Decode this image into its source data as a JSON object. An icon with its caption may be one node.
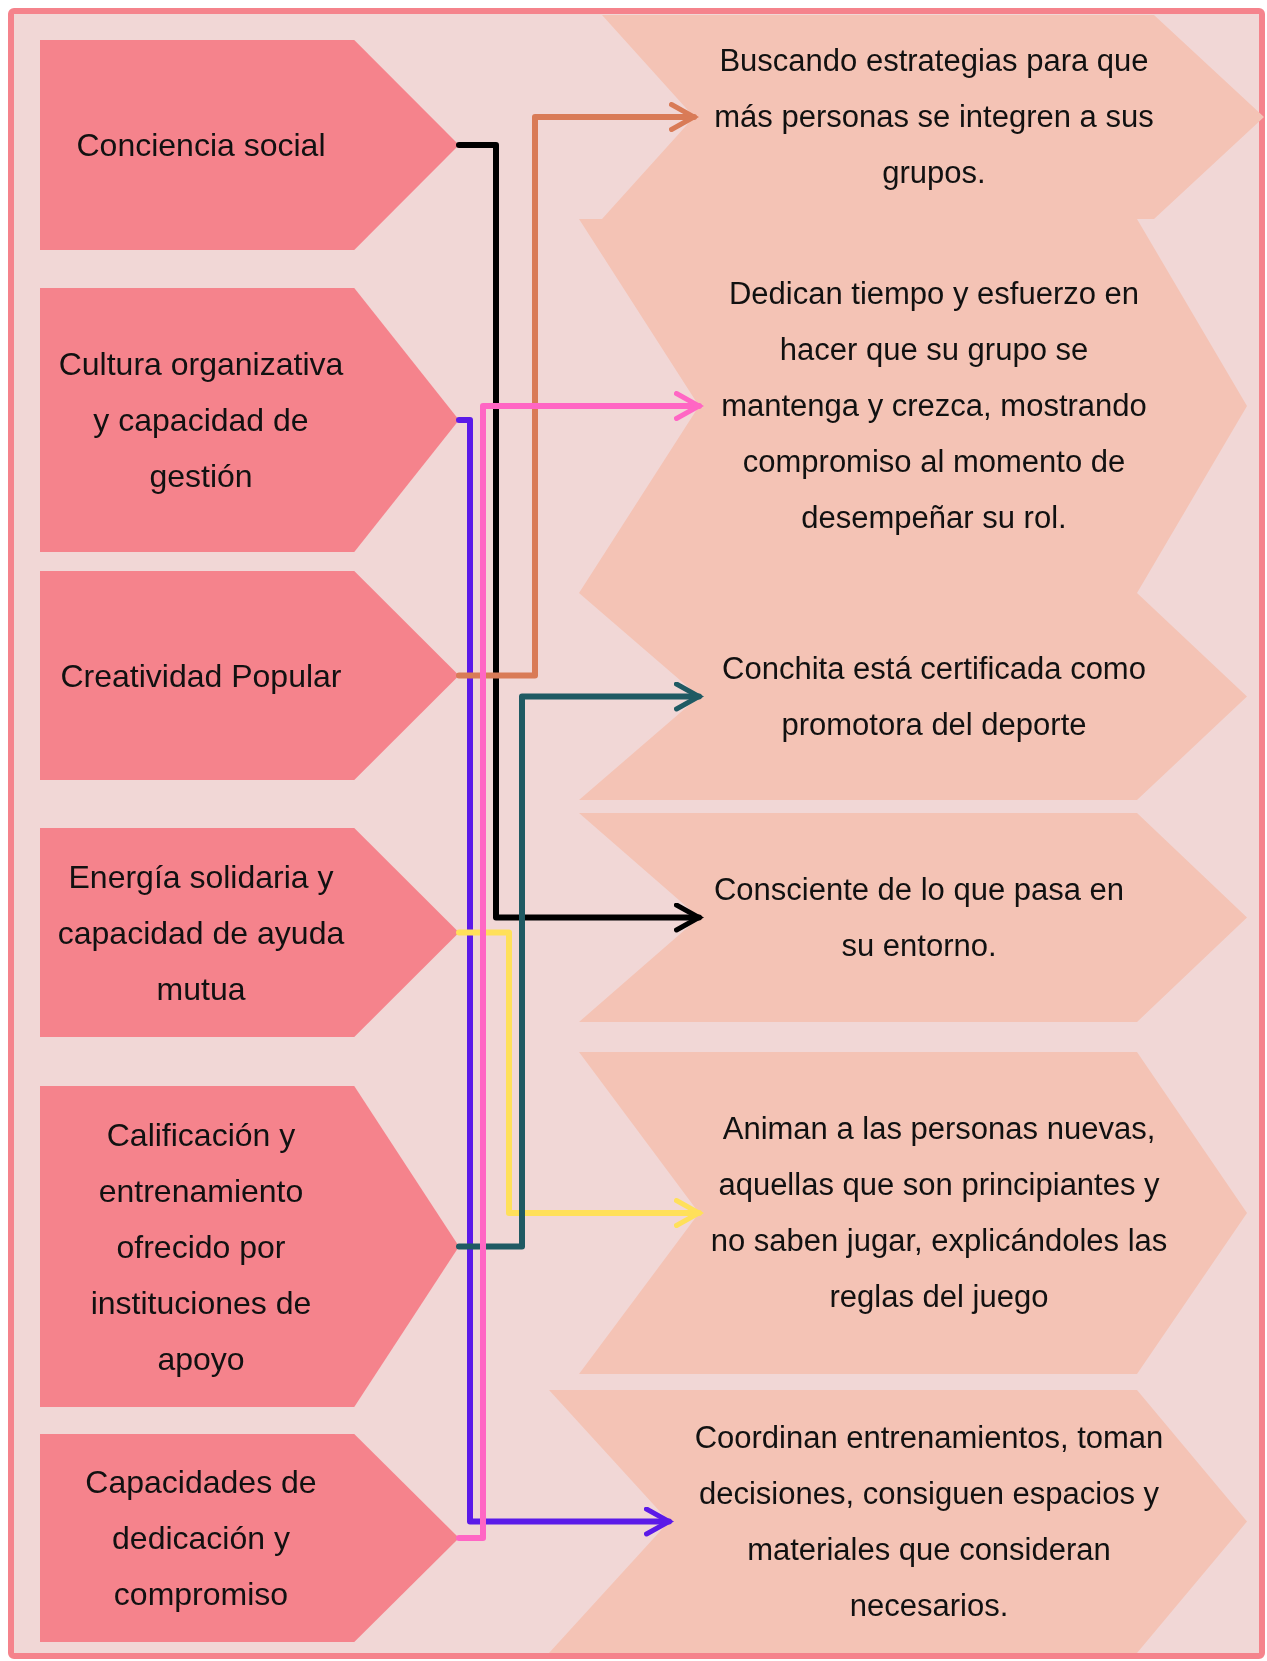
{
  "diagram": {
    "nodes": [
      {
        "text": [
          "Conciencia social"
        ]
      },
      {
        "text": [
          "Cultura organizativa y capacidad de gestión"
        ]
      },
      {
        "text": [
          "Creatividad Popular"
        ]
      },
      {
        "text": [
          "Energía solidaria y capacidad de ayuda mutua"
        ]
      },
      {
        "text": [
          "Calificación y entrenamiento ofrecido por instituciones de apoyo"
        ]
      },
      {
        "text": [
          "Capacidades de dedicación y compromiso"
        ]
      },
      {
        "text": [
          "Buscando estrategias para que más personas se integren a sus grupos."
        ]
      },
      {
        "text": [
          "Dedican tiempo y esfuerzo en hacer que su grupo se mantenga y crezca, mostrando compromiso al momento de desempeñar su rol."
        ]
      },
      {
        "text": [
          "Conchita está certificada como promotora del deporte"
        ]
      },
      {
        "text": [
          "Consciente de lo que pasa en su entorno."
        ]
      },
      {
        "text": [
          "Animan a las personas nuevas, aquellas que son principiantes y no saben jugar, explicándoles las reglas del juego"
        ]
      },
      {
        "text": [
          "Coordinan entrenamientos, toman decisiones, consiguen espacios y materiales que consideran necesarios."
        ]
      }
    ],
    "edges": [
      {
        "from": 0,
        "to": 9,
        "arrow": "to",
        "color": "#000000"
      },
      {
        "from": 1,
        "to": 11,
        "arrow": "to",
        "color": "#5b1ae8"
      },
      {
        "from": 2,
        "to": 6,
        "arrow": "to",
        "color": "#d97b57"
      },
      {
        "from": 3,
        "to": 10,
        "arrow": "to",
        "color": "#ffe05a"
      },
      {
        "from": 4,
        "to": 8,
        "arrow": "to",
        "color": "#1f5a63"
      },
      {
        "from": 5,
        "to": 7,
        "arrow": "to",
        "color": "#ff66c4"
      }
    ]
  }
}
